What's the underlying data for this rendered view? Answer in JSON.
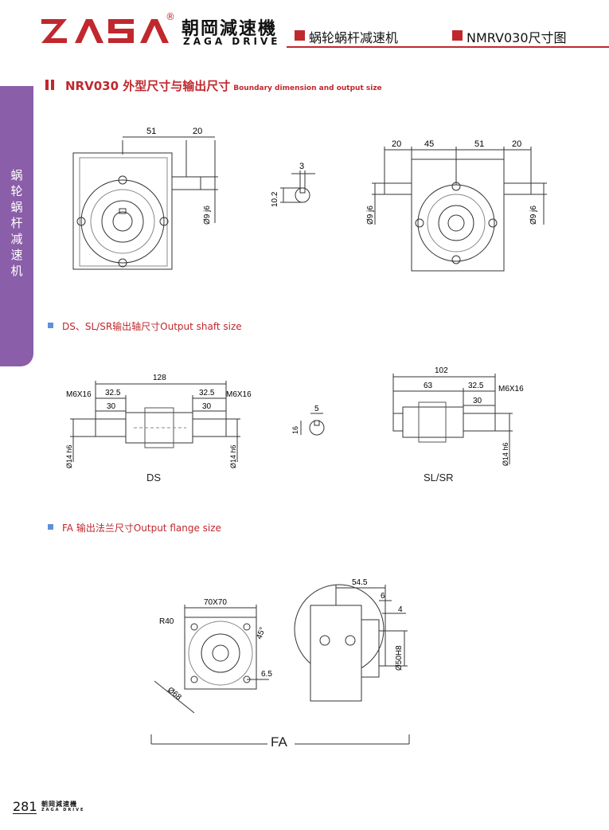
{
  "header": {
    "brand_cn": "朝岡減速機",
    "brand_en": "ZAGA DRIVE",
    "category": "蜗轮蜗杆减速机",
    "model_title": "NMRV030尺寸图",
    "brand_color": "#c0282e"
  },
  "sidebar": {
    "label": "蜗轮蜗杆减速机",
    "color": "#8a5ea8"
  },
  "section1": {
    "title": "NRV030 外型尺寸与输出尺寸",
    "subtitle": "Boundary dimension and output size"
  },
  "section2": {
    "title": "DS、SL/SR输出轴尺寸Output shaft size"
  },
  "section3": {
    "title": "FA 输出法兰尺寸Output flange size"
  },
  "drawings": {
    "top_left": {
      "d1": "51",
      "d2": "20",
      "shaft": "Ø9 j6"
    },
    "key": {
      "w": "3",
      "h": "10.2"
    },
    "top_right": {
      "d1": "20",
      "d2": "45",
      "d3": "51",
      "d4": "20",
      "shaft_l": "Ø9 j6",
      "shaft_r": "Ø9 j6"
    },
    "ds": {
      "total": "128",
      "l1": "32.5",
      "l2": "32.5",
      "l3": "30",
      "l4": "30",
      "thread_l": "M6X16",
      "thread_r": "M6X16",
      "dia_l": "Ø14 h6",
      "dia_r": "Ø14 h6",
      "caption": "DS"
    },
    "key2": {
      "w": "5",
      "h": "16"
    },
    "slsr": {
      "total": "102",
      "l1": "63",
      "l2": "32.5",
      "l3": "30",
      "thread": "M6X16",
      "dia": "Ø14 h6",
      "caption": "SL/SR"
    },
    "fa_front": {
      "size": "70X70",
      "radius": "R40",
      "angle": "45°",
      "dia": "Ø68",
      "hole": "6.5"
    },
    "fa_side": {
      "len": "54.5",
      "t1": "6",
      "t2": "4",
      "dia": "Ø50H8"
    },
    "fa_caption": "FA"
  },
  "footer": {
    "page": "281",
    "brand_cn": "朝岡減速機",
    "brand_en": "ZAGA DRIVE"
  }
}
